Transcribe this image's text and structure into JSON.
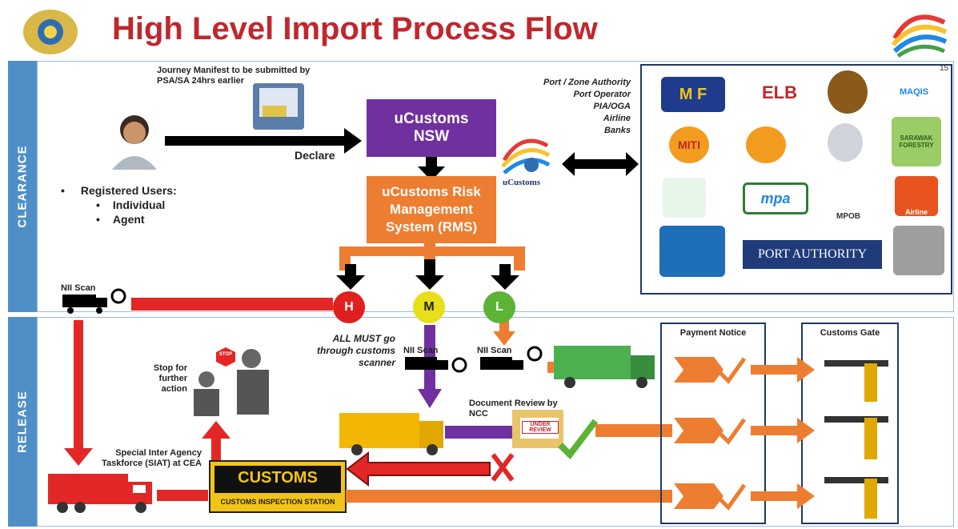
{
  "title": "High Level Import Process Flow",
  "sections": {
    "clearance": "CLEARANCE",
    "release": "RELEASE"
  },
  "manifest_note": "Journey Manifest to be submitted by PSA/SA 24hrs earlier",
  "declare_label": "Declare",
  "ucustoms_nsw": {
    "line1": "uCustoms",
    "line2": "NSW"
  },
  "rms": {
    "line1": "uCustoms Risk",
    "line2": "Management",
    "line3": "System (RMS)"
  },
  "ucustoms_logo_text": "uCustoms",
  "registered_users": {
    "heading": "Registered Users:",
    "items": [
      "Individual",
      "Agent"
    ]
  },
  "authorities": [
    "Port / Zone Authority",
    "Port Operator",
    "PIA/OGA",
    "Airline",
    "Banks"
  ],
  "agency_logos": [
    "M F",
    "ELB",
    "MAQIS",
    "MITI",
    "SARAWAK FORESTRY",
    "mpa",
    "MPOB",
    "Airline",
    "PORT AUTHORITY"
  ],
  "page_number": "15",
  "risk_levels": {
    "high": "H",
    "medium": "M",
    "low": "L"
  },
  "nii_scan": "NII Scan",
  "all_must_note": "ALL MUST go through customs scanner",
  "stop_note": "Stop for further action",
  "stop_sign": "STOP",
  "document_review": "Document Review by NCC",
  "under_review": "UNDER REVIEW",
  "siat_note": "Special Inter Agency Taskforce (SIAT) at CEA",
  "customs_station": {
    "sign": "CUSTOMS",
    "caption": "CUSTOMS INSPECTION STATION"
  },
  "payment_notice": "Payment Notice",
  "customs_gate": "Customs Gate",
  "colors": {
    "title_red": "#c0272d",
    "purple": "#7030a0",
    "orange": "#ed7d31",
    "red_arrow": "#e32626",
    "sidebar_blue": "#4f8fc7",
    "high": "#e01f1f",
    "medium": "#e6df1a",
    "low": "#5cb335"
  }
}
